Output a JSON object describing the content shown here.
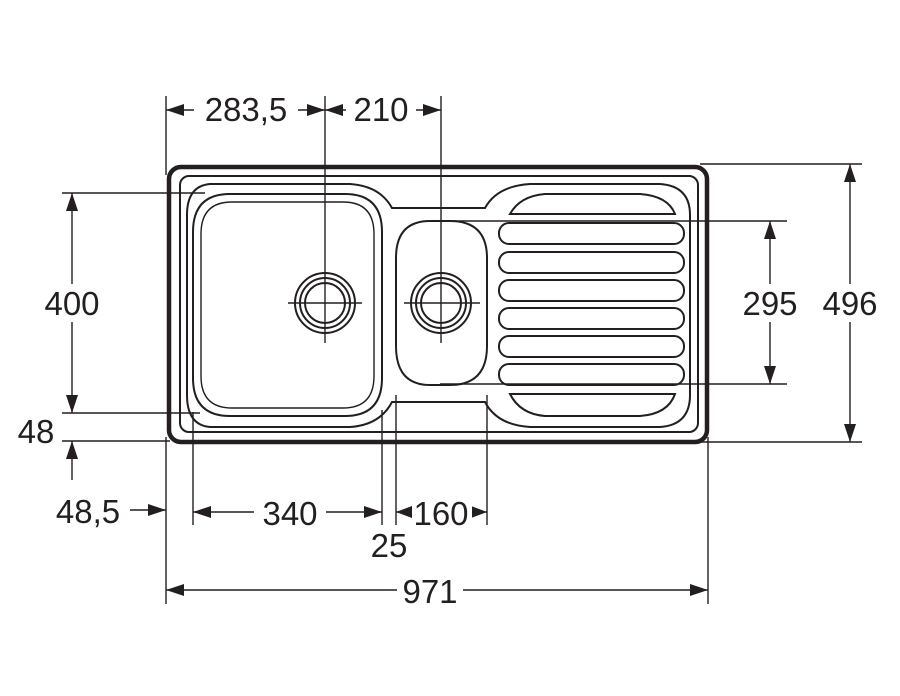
{
  "dimensions": {
    "bowl_center_offset": "283,5",
    "drain_spacing": "210",
    "bowl_depth": "400",
    "bottom_margin": "48",
    "left_margin": "48,5",
    "main_bowl_width": "340",
    "gap_width": "25",
    "small_bowl_width": "160",
    "overall_width": "971",
    "small_bowl_depth": "295",
    "overall_depth": "496"
  },
  "colors": {
    "line": "#231f20",
    "background": "#ffffff"
  }
}
